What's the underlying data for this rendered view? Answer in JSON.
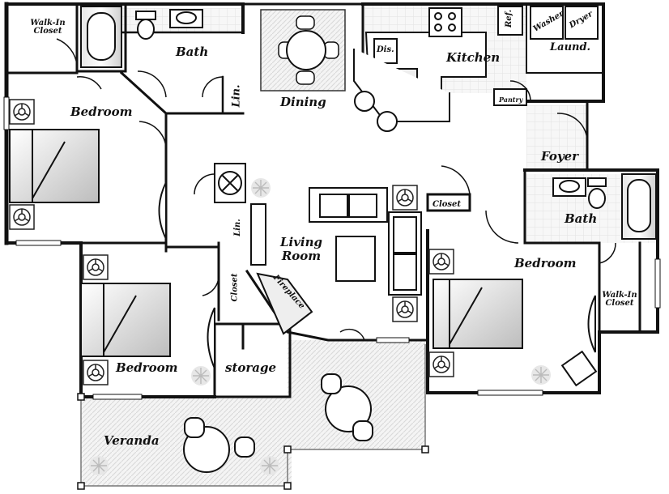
{
  "rooms": {
    "walk_in_closet_left": "Walk-In Closet",
    "bath_top": "Bath",
    "linen_top": "Lin.",
    "bedroom_top_left": "Bedroom",
    "dining": "Dining",
    "dishwasher": "Dis.",
    "kitchen": "Kitchen",
    "refrigerator": "Ref.",
    "washer": "Washer",
    "dryer": "Dryer",
    "laundry": "Laund.",
    "pantry": "Pantry",
    "foyer": "Foyer",
    "closet_center": "Closet",
    "linen_center": "Lin.",
    "living_room": "Living Room",
    "fireplace": "Fireplace",
    "closet_left": "Closet",
    "bedroom_bottom_left": "Bedroom",
    "storage": "storage",
    "bath_right": "Bath",
    "bedroom_right": "Bedroom",
    "walk_in_closet_right": "Walk-In Closet",
    "veranda": "Veranda"
  }
}
